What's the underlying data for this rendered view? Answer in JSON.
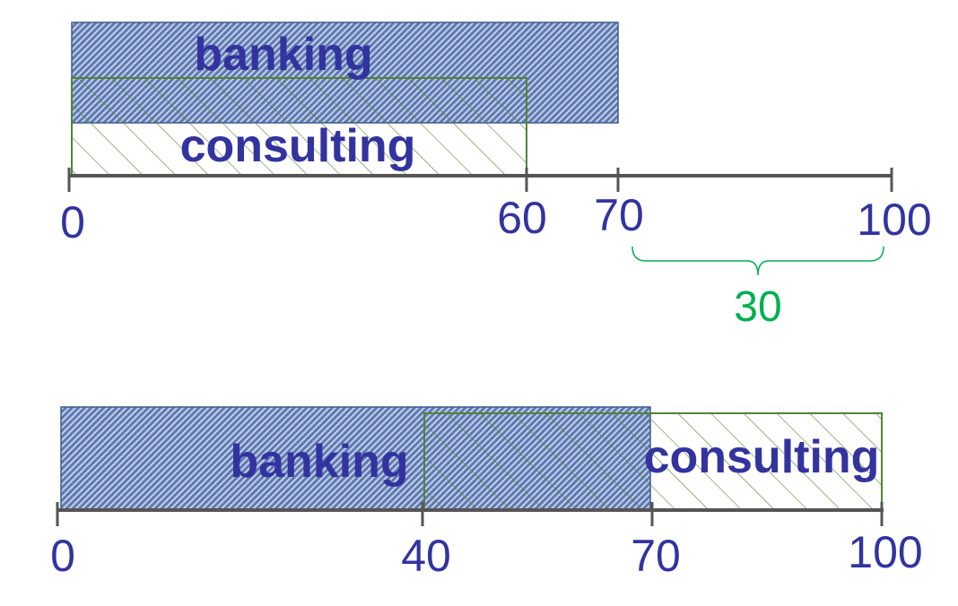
{
  "colors": {
    "banking_fill": "#5b7ab8",
    "banking_stripe": "#c9cfdf",
    "banking_border": "#3d5a8c",
    "consulting_border": "#548235",
    "consulting_hatch": "#548235",
    "label_color": "#3333a0",
    "axis_color": "#555555",
    "brace_color": "#00b050"
  },
  "top": {
    "banking_label": "banking",
    "consulting_label": "consulting",
    "ticks": [
      "0",
      "60",
      "70",
      "100"
    ],
    "brace_value": "30"
  },
  "bottom": {
    "banking_label": "banking",
    "consulting_label": "consulting",
    "ticks": [
      "0",
      "40",
      "70",
      "100"
    ]
  }
}
